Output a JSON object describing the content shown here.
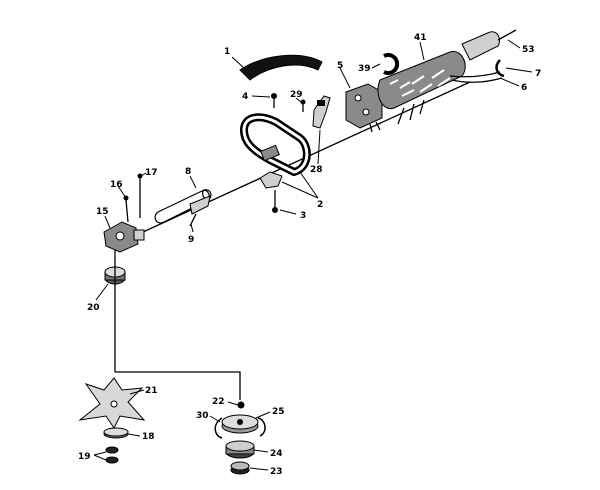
{
  "callouts": [
    {
      "id": "p1",
      "label": "1"
    },
    {
      "id": "p4",
      "label": "4"
    },
    {
      "id": "p29",
      "label": "29"
    },
    {
      "id": "p5",
      "label": "5"
    },
    {
      "id": "p39",
      "label": "39"
    },
    {
      "id": "p41",
      "label": "41"
    },
    {
      "id": "p53",
      "label": "53"
    },
    {
      "id": "p7",
      "label": "7"
    },
    {
      "id": "p6",
      "label": "6"
    },
    {
      "id": "p28",
      "label": "28"
    },
    {
      "id": "p2",
      "label": "2"
    },
    {
      "id": "p3",
      "label": "3"
    },
    {
      "id": "p8",
      "label": "8"
    },
    {
      "id": "p9",
      "label": "9"
    },
    {
      "id": "p16",
      "label": "16"
    },
    {
      "id": "p17",
      "label": "17"
    },
    {
      "id": "p15",
      "label": "15"
    },
    {
      "id": "p20",
      "label": "20"
    },
    {
      "id": "p21",
      "label": "21"
    },
    {
      "id": "p18",
      "label": "18"
    },
    {
      "id": "p19",
      "label": "19"
    },
    {
      "id": "p22",
      "label": "22"
    },
    {
      "id": "p25",
      "label": "25"
    },
    {
      "id": "p30",
      "label": "30"
    },
    {
      "id": "p24",
      "label": "24"
    },
    {
      "id": "p23",
      "label": "23"
    }
  ]
}
